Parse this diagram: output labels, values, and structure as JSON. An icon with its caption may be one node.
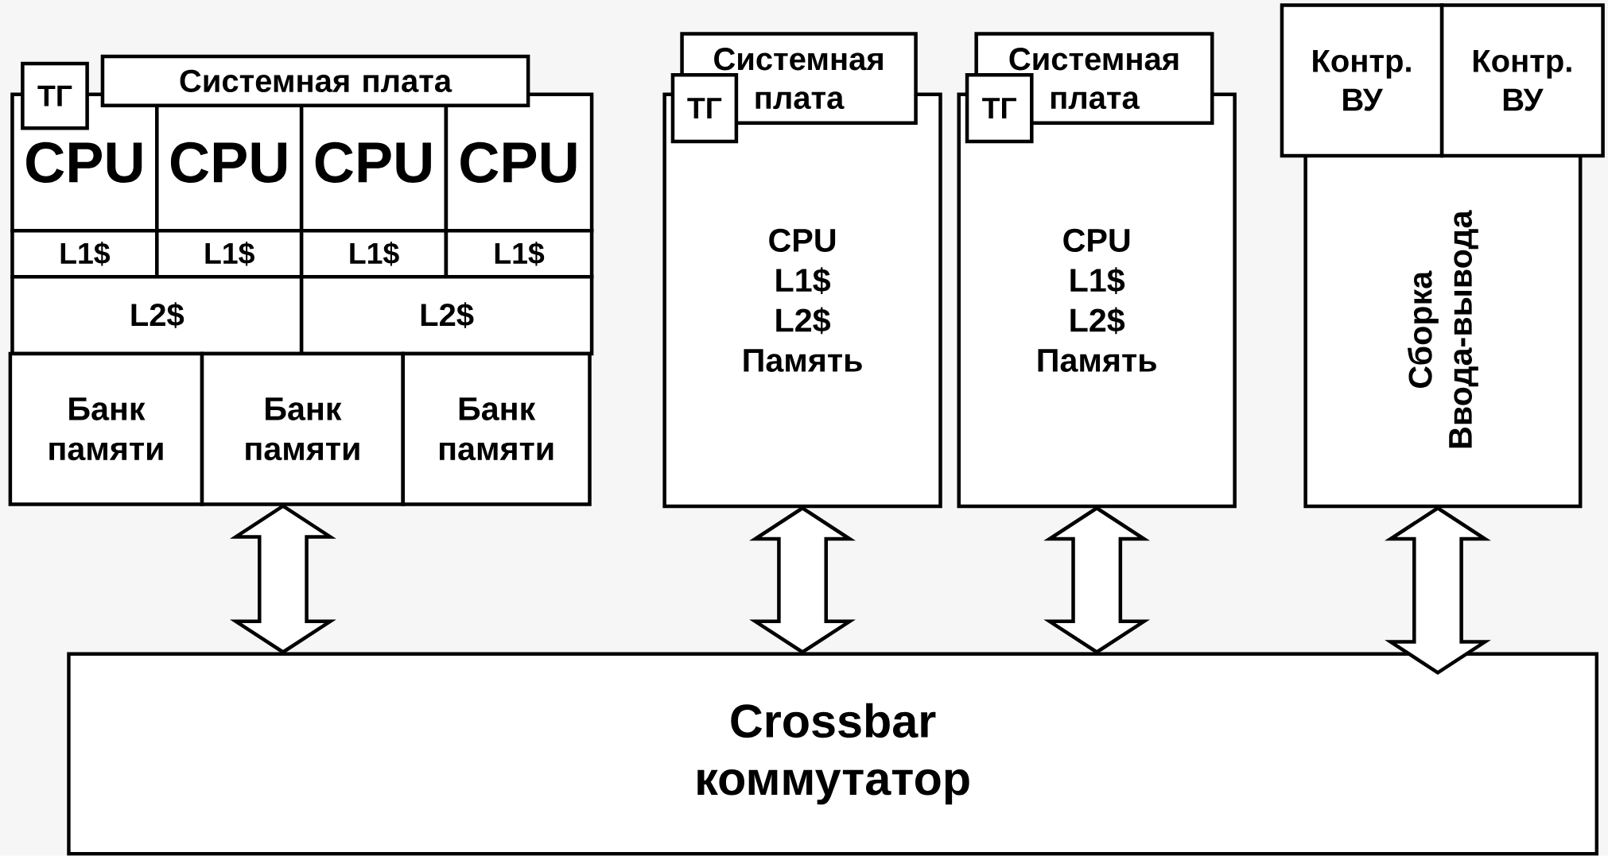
{
  "diagram": {
    "nodes": [
      {
        "text": [
          "Системная плата"
        ]
      },
      {
        "text": [
          "ТГ"
        ]
      },
      {
        "text": [
          "CPU"
        ]
      },
      {
        "text": [
          "CPU"
        ]
      },
      {
        "text": [
          "CPU"
        ]
      },
      {
        "text": [
          "CPU"
        ]
      },
      {
        "text": [
          "L1$"
        ]
      },
      {
        "text": [
          "L1$"
        ]
      },
      {
        "text": [
          "L1$"
        ]
      },
      {
        "text": [
          "L1$"
        ]
      },
      {
        "text": [
          "L2$"
        ]
      },
      {
        "text": [
          "L2$"
        ]
      },
      {
        "text": [
          "Банк памяти"
        ]
      },
      {
        "text": [
          "Банк памяти"
        ]
      },
      {
        "text": [
          "Банк памяти"
        ]
      },
      {
        "text": [
          "Системная плата"
        ]
      },
      {
        "text": [
          "ТГ"
        ]
      },
      {
        "text": [
          "CPU",
          "L1$",
          "L2$",
          "Память"
        ]
      },
      {
        "text": [
          "Системная плата"
        ]
      },
      {
        "text": [
          "ТГ"
        ]
      },
      {
        "text": [
          "CPU",
          "L1$",
          "L2$",
          "Память"
        ]
      },
      {
        "text": [
          "Контр. ВУ"
        ]
      },
      {
        "text": [
          "Контр. ВУ"
        ]
      },
      {
        "text": [
          "Сборка Ввода-вывода"
        ]
      },
      {
        "text": [
          "Crossbar коммутатор"
        ]
      }
    ],
    "edges": [
      {
        "from": 13,
        "to": 24,
        "arrow": "both"
      },
      {
        "from": 17,
        "to": 24,
        "arrow": "both"
      },
      {
        "from": 20,
        "to": 24,
        "arrow": "both"
      },
      {
        "from": 23,
        "to": 24,
        "arrow": "both"
      }
    ]
  }
}
